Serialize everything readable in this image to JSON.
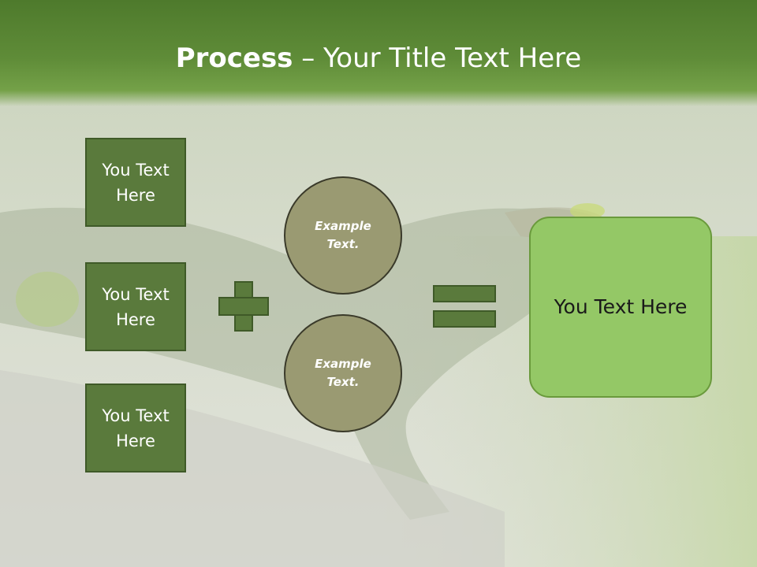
{
  "slide": {
    "title_bold": "Process",
    "title_rest": " – Your Title Text Here"
  },
  "left_boxes": [
    {
      "label": "You Text Here"
    },
    {
      "label": "You Text Here"
    },
    {
      "label": "You Text Here"
    }
  ],
  "circles": [
    {
      "label": "Example Text."
    },
    {
      "label": "Example Text."
    }
  ],
  "result_box": {
    "label": "You Text Here"
  },
  "colors": {
    "header": "#5f8c38",
    "box_fill": "#5a7a3c",
    "circle_fill": "#9a9a72",
    "result_fill": "#94c866"
  },
  "icons": {
    "operator_1": "plus-icon",
    "operator_2": "equals-icon"
  }
}
